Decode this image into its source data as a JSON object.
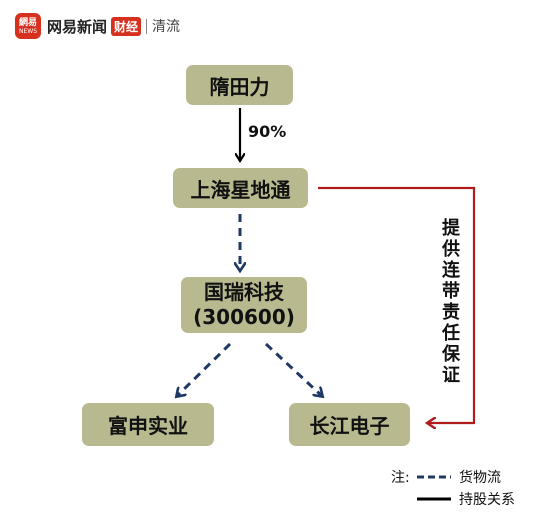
{
  "header": {
    "logo_text": "網易",
    "brand": "网易新闻",
    "section": "财经",
    "column": "清流"
  },
  "nodes": {
    "suitianli": "隋田力",
    "xingditong": "上海星地通",
    "guorui_name": "国瑞科技",
    "guorui_code": "(300600)",
    "fushen": "富申实业",
    "changjiang": "长江电子"
  },
  "edges": {
    "holding_pct": "90%",
    "guarantee": "提供连带责任保证"
  },
  "legend": {
    "note": "注:",
    "dashed_label": "货物流",
    "solid_label": "持股关系"
  },
  "colors": {
    "node_fill": "#b8b98f",
    "goods_flow": "#1f3864",
    "holding": "#000000",
    "guarantee": "#b01c1c",
    "brand_red": "#d6311e"
  }
}
